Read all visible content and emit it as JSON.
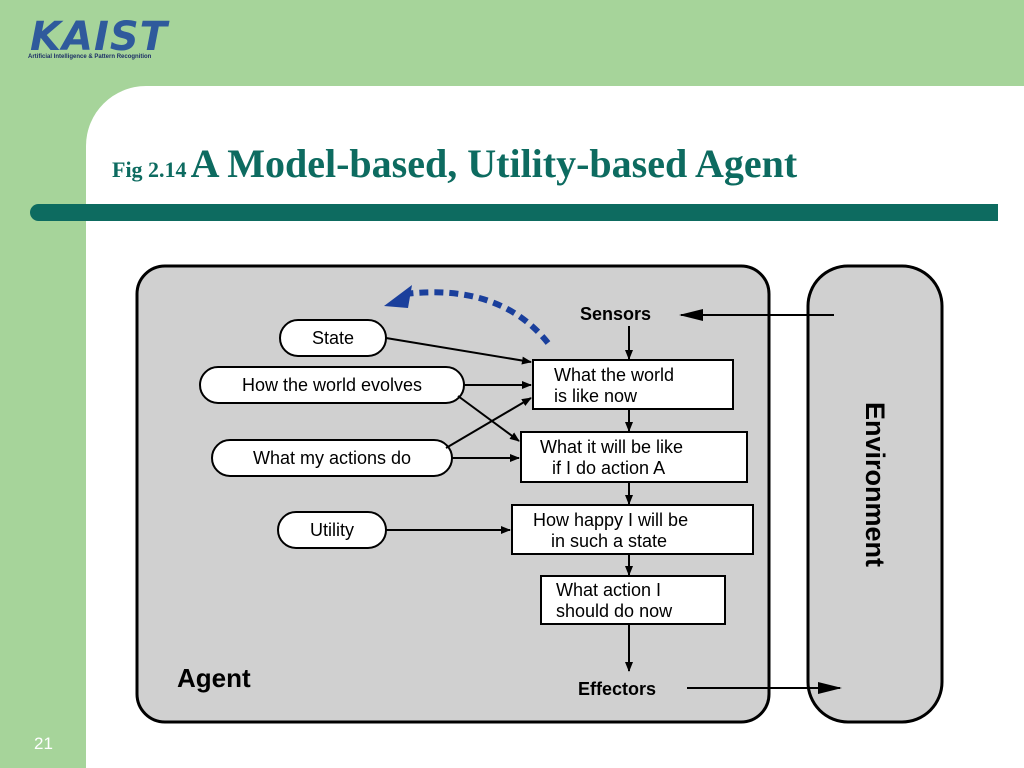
{
  "header": {
    "logo_text": "KAIST",
    "logo_subtext": "Artificial Intelligence & Pattern Recognition"
  },
  "title": {
    "prefix": "Fig 2.14",
    "main": "A Model-based, Utility-based Agent"
  },
  "diagram": {
    "agent_label": "Agent",
    "environment_label": "Environment",
    "sensors_label": "Sensors",
    "effectors_label": "Effectors",
    "ovals": {
      "state": "State",
      "world_evolves": "How the world evolves",
      "actions_do": "What my actions do",
      "utility": "Utility"
    },
    "boxes": {
      "world_now": [
        "What the world",
        "is like now"
      ],
      "if_action": [
        "What it will be like",
        "if I do action A"
      ],
      "how_happy": [
        "How happy I will be",
        "in such a state"
      ],
      "what_action": [
        "What action I",
        "should do now"
      ]
    }
  },
  "footer": {
    "page_number": "21"
  },
  "colors": {
    "background_green": "#a6d49a",
    "title_teal": "#0d6b60",
    "panel_gray": "#d0d0d0",
    "arrow_blue": "#1a3f9c"
  }
}
